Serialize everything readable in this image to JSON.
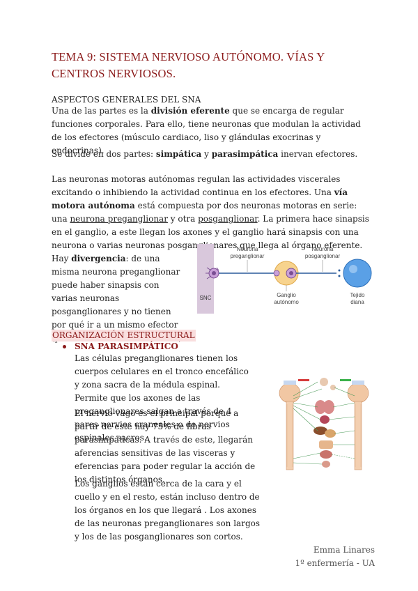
{
  "title": "TEMA 9: SISTEMA NERVIOSO AUTÓNOMO. VÍAS Y CENTROS NERVIOSOS.",
  "aspectos": {
    "heading": "ASPECTOS GENERALES DEL SNA",
    "p1_a": "Una de las partes es la ",
    "p1_b": "división eferente",
    "p1_c": " que se encarga de regular funciones corporales. Para ello, tiene neuronas que modulan la actividad de los efectores (músculo cardiaco, liso y glándulas exocrinas y endocrinas).",
    "p2_a": "Se divide en dos partes: ",
    "p2_b": "simpática",
    "p2_c": " y ",
    "p2_d": "parasimpática",
    "p2_e": " inervan efectores.",
    "p3_a": "Las neuronas motoras autónomas regulan las actividades viscerales excitando o inhibiendo la actividad continua en los efectores. Una ",
    "p3_b": "vía motora autónoma",
    "p3_c": " está compuesta por dos neuronas motoras en serie: una ",
    "p3_d": "neurona preganglionar",
    "p3_e": " y otra ",
    "p3_f": "posganglionar",
    "p3_g": ". La primera hace sinapsis en el ganglio, a este llegan los axones y el ganglio hará sinapsis con una neurona o varias neuronas posganglionares que llega al órgano eferente.",
    "p4_a": "Hay ",
    "p4_b": "divergencia",
    "p4_c": ": de una misma neurona preganglionar puede haber sinapsis con varias neuronas posganglionares y no tienen por qué ir a un mismo efector (provocarán diversos cambios)."
  },
  "diagram": {
    "snc": "SNC",
    "pre_1": "Neurona",
    "pre_2": "preganglionar",
    "post_1": "Neurona",
    "post_2": "posganglionar",
    "gang_1": "Ganglio",
    "gang_2": "autónomo",
    "tej_1": "Tejido",
    "tej_2": "diana"
  },
  "organizacion": {
    "heading": "ORGANIZACIÓN ESTRUCTURAL",
    "bullet": "SNA PARASIMPÁTICO",
    "p1": "Las células preganglionares tienen los cuerpos celulares en el tronco encefálico y zona sacra de la médula espinal. Permite que los axones de las preganglionares salgan a través de 4 pares nervios craneales o de nervios espinales sacros.",
    "p2": "El nervio vago es el principal porque a partir de este hay 75% de fibras parasimpáticas. A través de este, llegarán aferencias sensitivas de las visceras y eferencias para poder regular la acción de los distintos órganos.",
    "p3": "Los ganglios están cerca de la cara y el cuello y en el resto, están incluso dentro de los órganos en los que llegará . Los axones de las neuronas preganglionares son largos y los de las posganglionares son cortos."
  },
  "footer": {
    "name": "Emma Linares",
    "course": "1º enfermería - UA"
  }
}
